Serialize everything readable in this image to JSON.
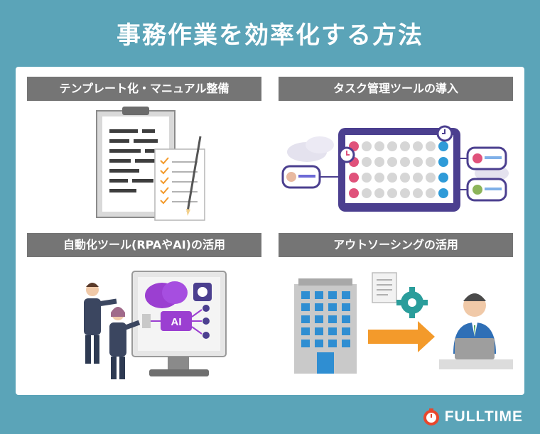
{
  "title": "事務作業を効率化する方法",
  "sections": [
    {
      "label": "テンプレート化・マニュアル整備"
    },
    {
      "label": "タスク管理ツールの導入"
    },
    {
      "label": "自動化ツール(RPAやAI)の活用",
      "badge": "AI"
    },
    {
      "label": "アウトソーシングの活用"
    }
  ],
  "brand": {
    "name": "FULLTIME",
    "color": "#e8472c"
  },
  "colors": {
    "background": "#5ba4b8",
    "bar": "#757575",
    "purple": "#4b3f8f",
    "orange": "#f39a2b",
    "teal": "#2a9d9b"
  }
}
